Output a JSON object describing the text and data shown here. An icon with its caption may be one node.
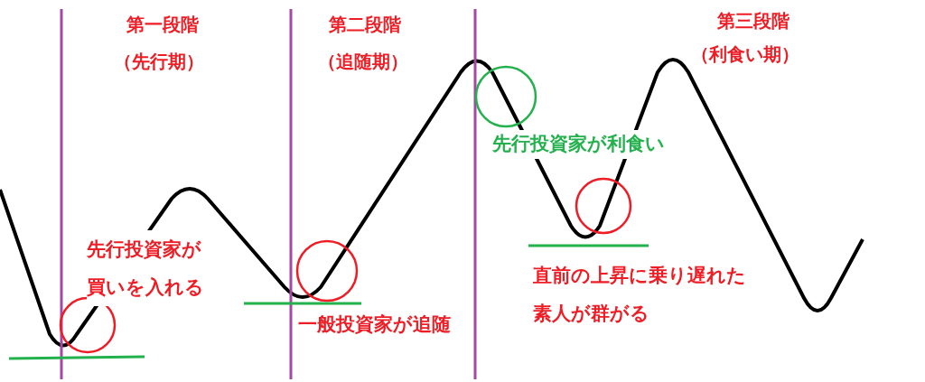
{
  "diagram": {
    "labels": [
      "第一段階",
      "（先行期）",
      "第二段階",
      "（追随期）",
      "第三段階",
      "（利食い期）",
      "先行投資家が利食い",
      "先行投資家が買いを入れる",
      "直前の上昇に乗り遅れた素人が群がる",
      "一般投資家が追随"
    ]
  }
}
